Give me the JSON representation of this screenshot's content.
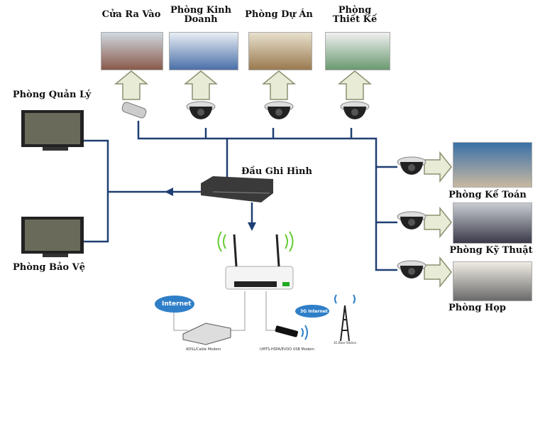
{
  "top_rooms": [
    {
      "label": "Cửa Ra Vào"
    },
    {
      "label": "Phòng Kinh Doanh"
    },
    {
      "label": "Phòng Dự Án"
    },
    {
      "label": "Phòng Thiết Kế"
    }
  ],
  "right_rooms": [
    {
      "label": "Phòng Kế Toán"
    },
    {
      "label": "Phòng Kỹ Thuật"
    },
    {
      "label": "Phòng Họp"
    }
  ],
  "left_rooms": [
    {
      "label": "Phòng Quản Lý"
    },
    {
      "label": "Phòng Bảo Vệ"
    }
  ],
  "dvr": {
    "label": "Đầu Ghi Hình"
  },
  "network": {
    "internet": "Internet",
    "internet_3g": "3G Internet",
    "adsl": "ADSL/Cable Modem",
    "usb": "UMTS-HSPA/EVDO USB Modem",
    "base": "3G Base Station"
  },
  "colors": {
    "line": "#1f3f73",
    "arrow": "#e8ecd6",
    "cloud": "#2f7fc8"
  }
}
